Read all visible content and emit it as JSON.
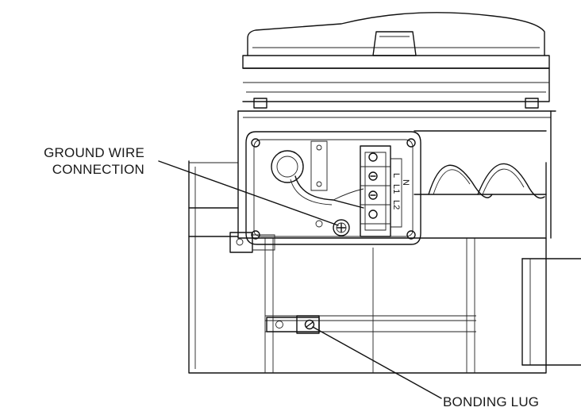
{
  "callouts": {
    "ground_wire": [
      "GROUND WIRE",
      "CONNECTION"
    ],
    "bonding_lug": "BONDING LUG"
  },
  "terminal_markings": [
    "L",
    "L1",
    "L2",
    "N"
  ],
  "colors": {
    "line": "#111111",
    "background": "#ffffff",
    "text": "#1a1a1a"
  }
}
